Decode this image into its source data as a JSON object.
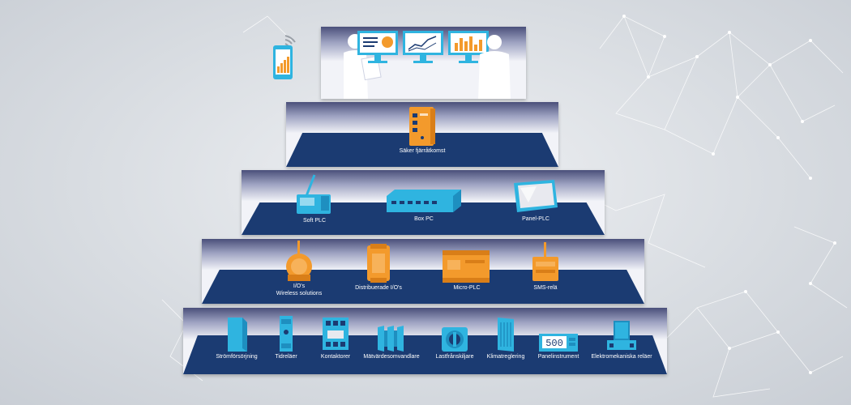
{
  "colors": {
    "floor": "#1b3b72",
    "orange": "#f39a2c",
    "cyan": "#2fb4e0",
    "white": "#ffffff"
  },
  "tier1": {
    "items": [
      {
        "icon": "dashboard-monitor-icon"
      },
      {
        "icon": "chart-monitor-icon"
      },
      {
        "icon": "bar-chart-monitor-icon"
      }
    ]
  },
  "tier2": {
    "items": [
      {
        "label": "Säker fjärråtkomst",
        "icon": "secure-router-icon"
      }
    ]
  },
  "tier3": {
    "items": [
      {
        "label": "Soft PLC",
        "icon": "soft-plc-icon"
      },
      {
        "label": "Box PC",
        "icon": "box-pc-icon"
      },
      {
        "label": "Panel-PLC",
        "icon": "panel-plc-icon"
      }
    ]
  },
  "tier4": {
    "items": [
      {
        "label": "I/O's",
        "label2": "Wireless solutions",
        "icon": "wireless-io-icon"
      },
      {
        "label": "Distribuerade I/O's",
        "icon": "distributed-io-icon"
      },
      {
        "label": "Micro-PLC",
        "icon": "micro-plc-icon"
      },
      {
        "label": "SMS-relä",
        "icon": "sms-relay-icon"
      }
    ]
  },
  "tier5": {
    "items": [
      {
        "label": "Strömförsörjning",
        "icon": "power-supply-icon"
      },
      {
        "label": "Tidreläer",
        "icon": "time-relay-icon"
      },
      {
        "label": "Kontaktorer",
        "icon": "contactor-icon"
      },
      {
        "label": "Mätvärdesomvandlare",
        "icon": "transducer-icon"
      },
      {
        "label": "Lastfrånskiljare",
        "icon": "load-switch-icon"
      },
      {
        "label": "Klimatreglering",
        "icon": "climate-control-icon"
      },
      {
        "label": "Panelinstrument",
        "icon": "panel-meter-icon",
        "display": "500"
      },
      {
        "label": "Elektromekaniska reläer",
        "icon": "electromechanical-relay-icon"
      }
    ]
  }
}
